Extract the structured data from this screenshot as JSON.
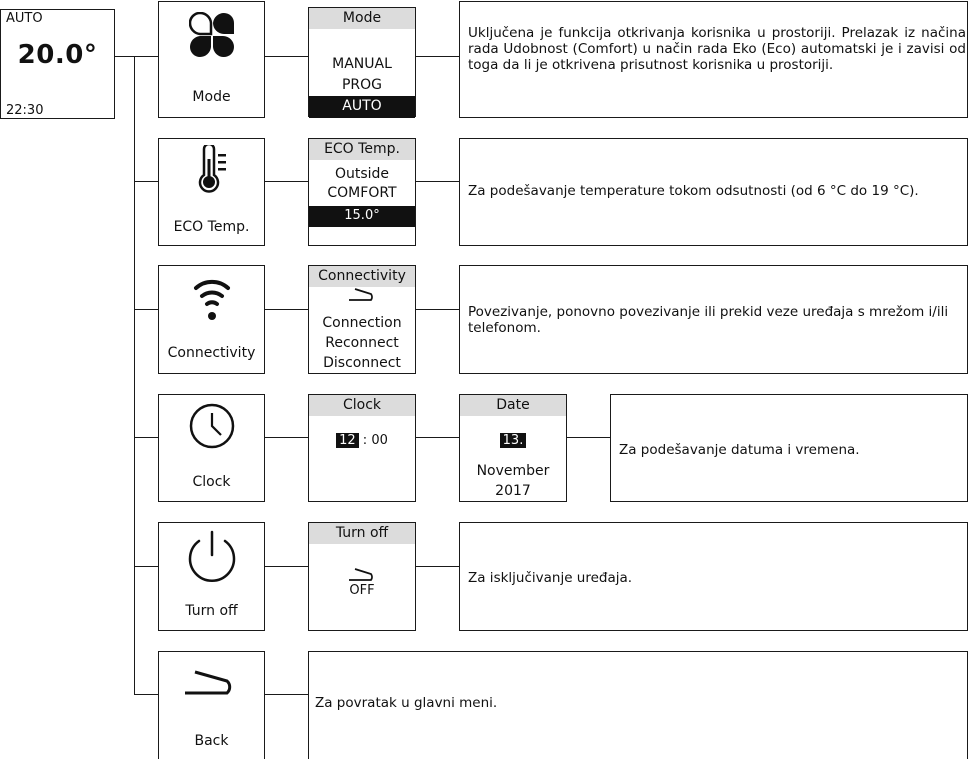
{
  "home": {
    "mode": "AUTO",
    "temperature": "20.0°",
    "time": "22:30"
  },
  "rows": [
    {
      "label": "Mode",
      "icon": "four-petal-grid-icon",
      "screen": {
        "title": "Mode",
        "options": [
          "MANUAL",
          "PROG",
          "AUTO"
        ],
        "selected": "AUTO"
      },
      "description": "Uključena je funkcija otkrivanja korisnika u prostoriji. Prelazak iz načina rada Udobnost (Comfort) u način rada Eko (Eco) automatski je i zavisi od toga da li je otkrivena prisutnost korisnika u prostoriji."
    },
    {
      "label": "ECO Temp.",
      "icon": "thermometer-icon",
      "screen": {
        "title": "ECO Temp.",
        "options": [
          "Outside",
          "COMFORT"
        ],
        "value": "15.0°"
      },
      "description": "Za podešavanje temperature tokom odsutnosti (od 6 °C do 19 °C)."
    },
    {
      "label": "Connectivity",
      "icon": "wifi-icon",
      "screen": {
        "title": "Connectivity",
        "back_icon": "back-arrow-icon",
        "options": [
          "Connection",
          "Reconnect",
          "Disconnect"
        ]
      },
      "description": "Povezivanje, ponovno povezivanje ili prekid veze uređaja s mrežom i/ili telefonom."
    },
    {
      "label": "Clock",
      "icon": "clock-icon",
      "screen": {
        "title": "Clock",
        "hours": "12",
        "separator": ":",
        "minutes": "00"
      },
      "date_screen": {
        "title": "Date",
        "day": "13.",
        "month": "November",
        "year": "2017"
      },
      "description": "Za podešavanje datuma i vremena."
    },
    {
      "label": "Turn off",
      "icon": "power-icon",
      "screen": {
        "title": "Turn off",
        "back_icon": "back-arrow-icon",
        "value": "OFF"
      },
      "description": "Za isključivanje uređaja."
    },
    {
      "label": "Back",
      "icon": "back-arrow-icon",
      "description": "Za povratak u glavni meni."
    }
  ]
}
